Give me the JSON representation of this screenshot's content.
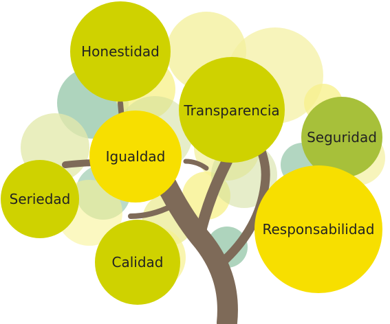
{
  "colors": {
    "trunk": "#7e6a58",
    "bg_bubbles": [
      "#f2ee8f",
      "#e8ea8a",
      "#c9d98a",
      "#8fc3a4",
      "#f6ef7a",
      "#dfe6a0"
    ],
    "value_bubbles": {
      "yellow": "#f7df00",
      "olive": "#cfd200",
      "green": "#a7c03a"
    }
  },
  "values": [
    {
      "id": "honestidad",
      "label": "Honestidad",
      "color": "olive"
    },
    {
      "id": "transparencia",
      "label": "Transparencia",
      "color": "olive"
    },
    {
      "id": "igualdad",
      "label": "Igualdad",
      "color": "yellow"
    },
    {
      "id": "seguridad",
      "label": "Seguridad",
      "color": "green"
    },
    {
      "id": "seriedad",
      "label": "Seriedad",
      "color": "olive"
    },
    {
      "id": "responsabilidad",
      "label": "Responsabilidad",
      "color": "yellow"
    },
    {
      "id": "calidad",
      "label": "Calidad",
      "color": "olive"
    }
  ]
}
